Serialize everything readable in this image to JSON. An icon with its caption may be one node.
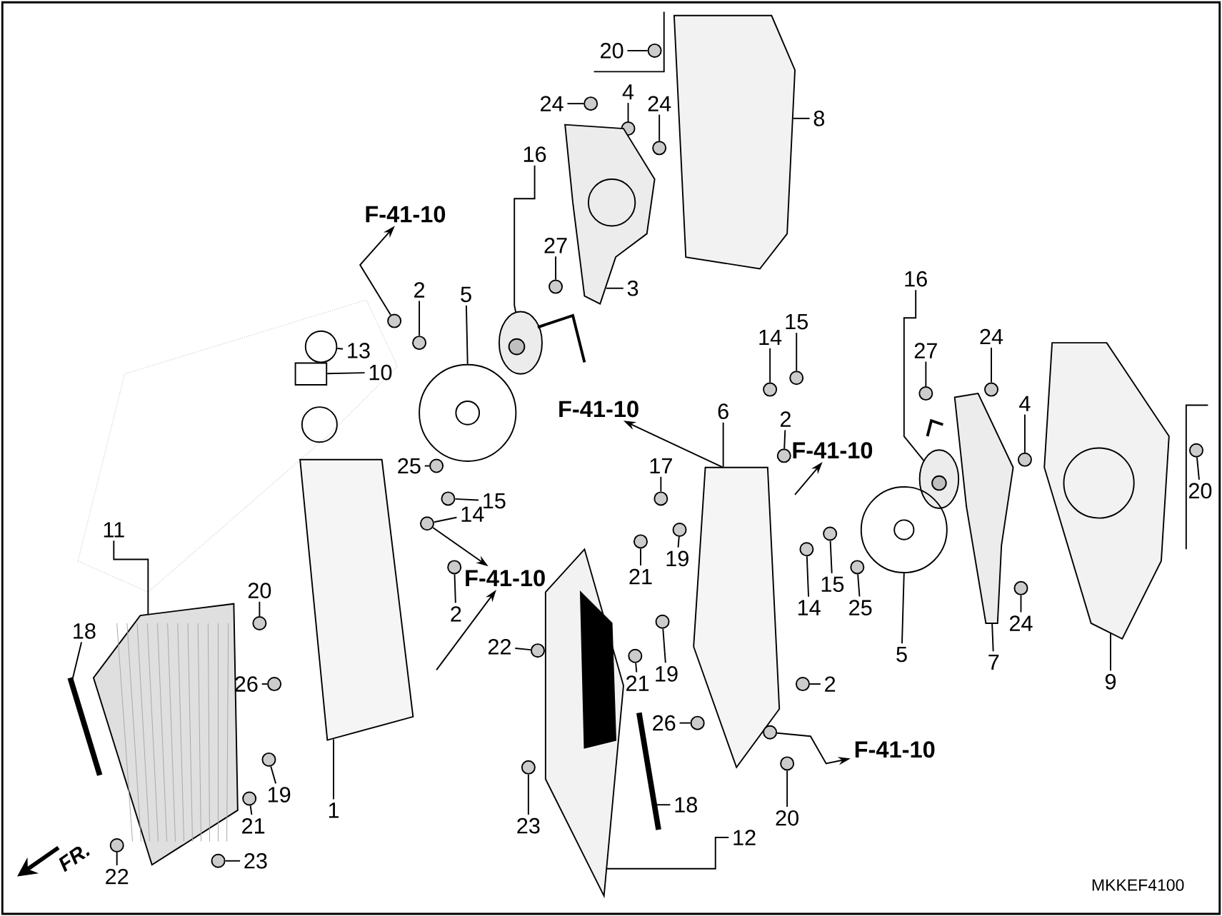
{
  "diagram": {
    "nodes": [
      {
        "text": [
          "20"
        ]
      },
      {
        "text": [
          "24"
        ]
      },
      {
        "text": [
          "4"
        ]
      },
      {
        "text": [
          "24"
        ]
      },
      {
        "text": [
          "8"
        ]
      },
      {
        "text": [
          "16"
        ]
      },
      {
        "text": [
          "27"
        ]
      },
      {
        "text": [
          "3"
        ]
      },
      {
        "text": [
          "F-41-10"
        ]
      },
      {
        "text": [
          "2"
        ]
      },
      {
        "text": [
          "5"
        ]
      },
      {
        "text": [
          "13"
        ]
      },
      {
        "text": [
          "10"
        ]
      },
      {
        "text": [
          "25"
        ]
      },
      {
        "text": [
          "15"
        ]
      },
      {
        "text": [
          "14"
        ]
      },
      {
        "text": [
          "F-41-10"
        ]
      },
      {
        "text": [
          "2"
        ]
      },
      {
        "text": [
          "11"
        ]
      },
      {
        "text": [
          "18"
        ]
      },
      {
        "text": [
          "20"
        ]
      },
      {
        "text": [
          "26"
        ]
      },
      {
        "text": [
          "19"
        ]
      },
      {
        "text": [
          "21"
        ]
      },
      {
        "text": [
          "1"
        ]
      },
      {
        "text": [
          "22"
        ]
      },
      {
        "text": [
          "23"
        ]
      },
      {
        "text": [
          "F-41-10"
        ]
      },
      {
        "text": [
          "6"
        ]
      },
      {
        "text": [
          "14"
        ]
      },
      {
        "text": [
          "15"
        ]
      },
      {
        "text": [
          "2"
        ]
      },
      {
        "text": [
          "F-41-10"
        ]
      },
      {
        "text": [
          "17"
        ]
      },
      {
        "text": [
          "19"
        ]
      },
      {
        "text": [
          "21"
        ]
      },
      {
        "text": [
          "22"
        ]
      },
      {
        "text": [
          "21"
        ]
      },
      {
        "text": [
          "19"
        ]
      },
      {
        "text": [
          "26"
        ]
      },
      {
        "text": [
          "14"
        ]
      },
      {
        "text": [
          "15"
        ]
      },
      {
        "text": [
          "25"
        ]
      },
      {
        "text": [
          "2"
        ]
      },
      {
        "text": [
          "F-41-10"
        ]
      },
      {
        "text": [
          "20"
        ]
      },
      {
        "text": [
          "18"
        ]
      },
      {
        "text": [
          "12"
        ]
      },
      {
        "text": [
          "23"
        ]
      },
      {
        "text": [
          "16"
        ]
      },
      {
        "text": [
          "27"
        ]
      },
      {
        "text": [
          "24"
        ]
      },
      {
        "text": [
          "4"
        ]
      },
      {
        "text": [
          "5"
        ]
      },
      {
        "text": [
          "7"
        ]
      },
      {
        "text": [
          "24"
        ]
      },
      {
        "text": [
          "9"
        ]
      },
      {
        "text": [
          "20"
        ]
      },
      {
        "text": [],
        "shape": "circle"
      },
      {
        "text": [],
        "shape": "circle"
      },
      {
        "text": [],
        "shape": "circle"
      },
      {
        "text": [],
        "shape": "circle"
      },
      {
        "text": [],
        "shape": "picture"
      },
      {
        "text": [],
        "shape": "picture"
      },
      {
        "text": [],
        "shape": "circle"
      },
      {
        "text": [],
        "shape": "picture"
      },
      {
        "text": [],
        "shape": "circle"
      },
      {
        "text": [],
        "shape": "picture"
      },
      {
        "text": [],
        "shape": "circle"
      },
      {
        "text": [],
        "shape": "box"
      },
      {
        "text": [],
        "shape": "circle"
      },
      {
        "text": [],
        "shape": "circle"
      },
      {
        "text": [],
        "shape": "circle"
      },
      {
        "text": [],
        "shape": "circle"
      },
      {
        "text": [],
        "shape": "picture"
      },
      {
        "text": [],
        "shape": "bar"
      },
      {
        "text": [],
        "shape": "circle"
      },
      {
        "text": [],
        "shape": "circle"
      },
      {
        "text": [],
        "shape": "circle"
      },
      {
        "text": [],
        "shape": "circle"
      },
      {
        "text": [],
        "shape": "picture"
      },
      {
        "text": [],
        "shape": "circle"
      },
      {
        "text": [],
        "shape": "circle"
      },
      {
        "text": [],
        "shape": "picture"
      },
      {
        "text": [],
        "shape": "circle"
      },
      {
        "text": [],
        "shape": "circle"
      },
      {
        "text": [],
        "shape": "circle"
      },
      {
        "text": [],
        "shape": "circle"
      },
      {
        "text": [],
        "shape": "circle"
      },
      {
        "text": [],
        "shape": "circle"
      },
      {
        "text": [],
        "shape": "circle"
      },
      {
        "text": [],
        "shape": "circle"
      },
      {
        "text": [],
        "shape": "circle"
      },
      {
        "text": [],
        "shape": "circle"
      },
      {
        "text": [],
        "shape": "circle"
      },
      {
        "text": [],
        "shape": "circle"
      },
      {
        "text": [],
        "shape": "circle"
      },
      {
        "text": [],
        "shape": "circle"
      },
      {
        "text": [],
        "shape": "circle"
      },
      {
        "text": [],
        "shape": "bar"
      },
      {
        "text": [],
        "shape": "picture"
      },
      {
        "text": [],
        "shape": "circle"
      },
      {
        "text": [],
        "shape": "picture"
      },
      {
        "text": [],
        "shape": "circle"
      },
      {
        "text": [],
        "shape": "circle"
      },
      {
        "text": [],
        "shape": "circle"
      },
      {
        "text": [],
        "shape": "picture"
      },
      {
        "text": [],
        "shape": "picture"
      },
      {
        "text": [],
        "shape": "circle"
      },
      {
        "text": [],
        "shape": "picture"
      },
      {
        "text": [],
        "shape": "circle"
      },
      {
        "text": [],
        "shape": "circle"
      },
      {
        "text": [],
        "shape": "circle"
      }
    ],
    "edges": [
      {
        "from": 0,
        "to": 58,
        "arrow": "none"
      },
      {
        "from": 1,
        "to": 59,
        "arrow": "none"
      },
      {
        "from": 2,
        "to": 60,
        "arrow": "none"
      },
      {
        "from": 3,
        "to": 61,
        "arrow": "none"
      },
      {
        "from": 4,
        "to": 62,
        "arrow": "none"
      },
      {
        "from": 5,
        "to": 63,
        "arrow": "none"
      },
      {
        "from": 6,
        "to": 64,
        "arrow": "none"
      },
      {
        "from": 7,
        "to": 65,
        "arrow": "none"
      },
      {
        "from": 112,
        "to": 8,
        "arrow": "to"
      },
      {
        "from": 9,
        "to": 66,
        "arrow": "none"
      },
      {
        "from": 10,
        "to": 67,
        "arrow": "none"
      },
      {
        "from": 11,
        "to": 68,
        "arrow": "none"
      },
      {
        "from": 12,
        "to": 69,
        "arrow": "none"
      },
      {
        "from": 13,
        "to": 70,
        "arrow": "none"
      },
      {
        "from": 14,
        "to": 71,
        "arrow": "none"
      },
      {
        "from": 15,
        "to": 72,
        "arrow": "none"
      },
      {
        "from": 72,
        "to": 16,
        "arrow": "to"
      },
      {
        "from": null,
        "to": 16,
        "arrow": "to"
      },
      {
        "from": 17,
        "to": 73,
        "arrow": "none"
      },
      {
        "from": 18,
        "to": 74,
        "arrow": "none"
      },
      {
        "from": 19,
        "to": 75,
        "arrow": "none"
      },
      {
        "from": 20,
        "to": 76,
        "arrow": "none"
      },
      {
        "from": 21,
        "to": 77,
        "arrow": "none"
      },
      {
        "from": 22,
        "to": 78,
        "arrow": "none"
      },
      {
        "from": 23,
        "to": 79,
        "arrow": "none"
      },
      {
        "from": 24,
        "to": 80,
        "arrow": "none"
      },
      {
        "from": 25,
        "to": 81,
        "arrow": "none"
      },
      {
        "from": 26,
        "to": 82,
        "arrow": "none"
      },
      {
        "from": 83,
        "to": 27,
        "arrow": "to"
      },
      {
        "from": 28,
        "to": 83,
        "arrow": "none"
      },
      {
        "from": 29,
        "to": 84,
        "arrow": "none"
      },
      {
        "from": 30,
        "to": 85,
        "arrow": "none"
      },
      {
        "from": 31,
        "to": 86,
        "arrow": "none"
      },
      {
        "from": null,
        "to": 32,
        "arrow": "to"
      },
      {
        "from": 33,
        "to": 87,
        "arrow": "none"
      },
      {
        "from": 34,
        "to": 88,
        "arrow": "none"
      },
      {
        "from": 35,
        "to": 89,
        "arrow": "none"
      },
      {
        "from": 36,
        "to": 90,
        "arrow": "none"
      },
      {
        "from": 37,
        "to": 91,
        "arrow": "none"
      },
      {
        "from": 38,
        "to": 92,
        "arrow": "none"
      },
      {
        "from": 39,
        "to": 93,
        "arrow": "none"
      },
      {
        "from": 40,
        "to": 94,
        "arrow": "none"
      },
      {
        "from": 41,
        "to": 95,
        "arrow": "none"
      },
      {
        "from": 42,
        "to": 96,
        "arrow": "none"
      },
      {
        "from": 43,
        "to": 97,
        "arrow": "none"
      },
      {
        "from": 111,
        "to": 44,
        "arrow": "to"
      },
      {
        "from": 45,
        "to": 98,
        "arrow": "none"
      },
      {
        "from": 46,
        "to": 99,
        "arrow": "none"
      },
      {
        "from": 47,
        "to": 100,
        "arrow": "none"
      },
      {
        "from": 48,
        "to": 101,
        "arrow": "none"
      },
      {
        "from": 49,
        "to": 102,
        "arrow": "none"
      },
      {
        "from": 50,
        "to": 103,
        "arrow": "none"
      },
      {
        "from": 51,
        "to": 104,
        "arrow": "none"
      },
      {
        "from": 52,
        "to": 105,
        "arrow": "none"
      },
      {
        "from": 53,
        "to": 106,
        "arrow": "none"
      },
      {
        "from": 54,
        "to": 107,
        "arrow": "none"
      },
      {
        "from": 55,
        "to": 108,
        "arrow": "none"
      },
      {
        "from": 56,
        "to": 109,
        "arrow": "none"
      },
      {
        "from": 57,
        "to": 110,
        "arrow": "none"
      }
    ],
    "labels": [
      "FR.",
      "MKKEF4100"
    ]
  }
}
